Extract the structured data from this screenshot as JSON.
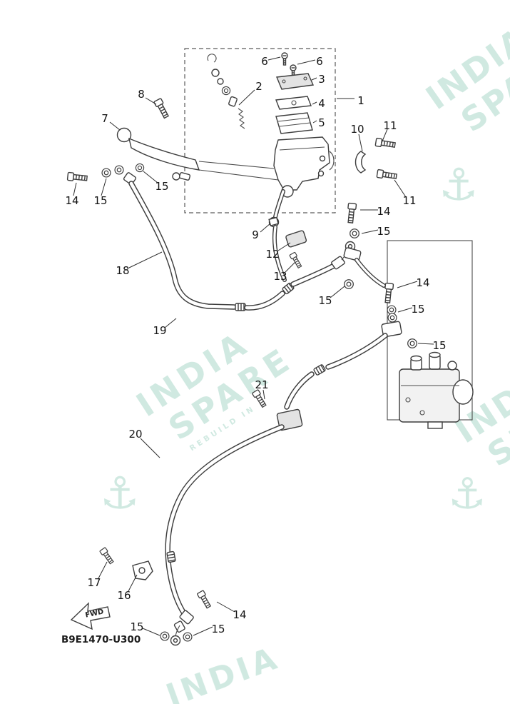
{
  "diagram": {
    "code": "B9E1470-U300",
    "fwd_label": "FWD"
  },
  "watermark": {
    "word1": "INDIA",
    "word2": "SPARE",
    "tagline": "REBUILD IN",
    "anchor": "⚓"
  },
  "part_labels": [
    "6",
    "6",
    "2",
    "3",
    "1",
    "4",
    "5",
    "8",
    "7",
    "10",
    "11",
    "11",
    "14",
    "15",
    "15",
    "9",
    "14",
    "15",
    "12",
    "13",
    "18",
    "15",
    "14",
    "15",
    "15",
    "19",
    "21",
    "20",
    "17",
    "16",
    "14",
    "15",
    "15"
  ]
}
